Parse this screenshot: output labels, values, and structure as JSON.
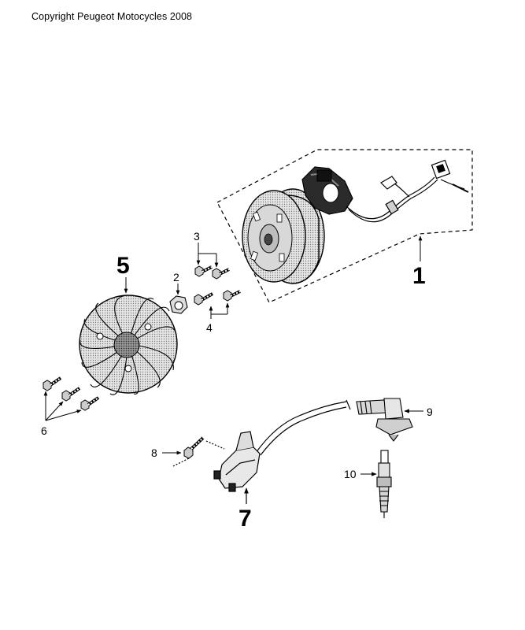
{
  "copyright": "Copyright Peugeot Motocycles 2008",
  "callouts": {
    "c1": "1",
    "c2": "2",
    "c3": "3",
    "c4": "4",
    "c5": "5",
    "c6": "6",
    "c7": "7",
    "c8": "8",
    "c9": "9",
    "c10": "10"
  }
}
